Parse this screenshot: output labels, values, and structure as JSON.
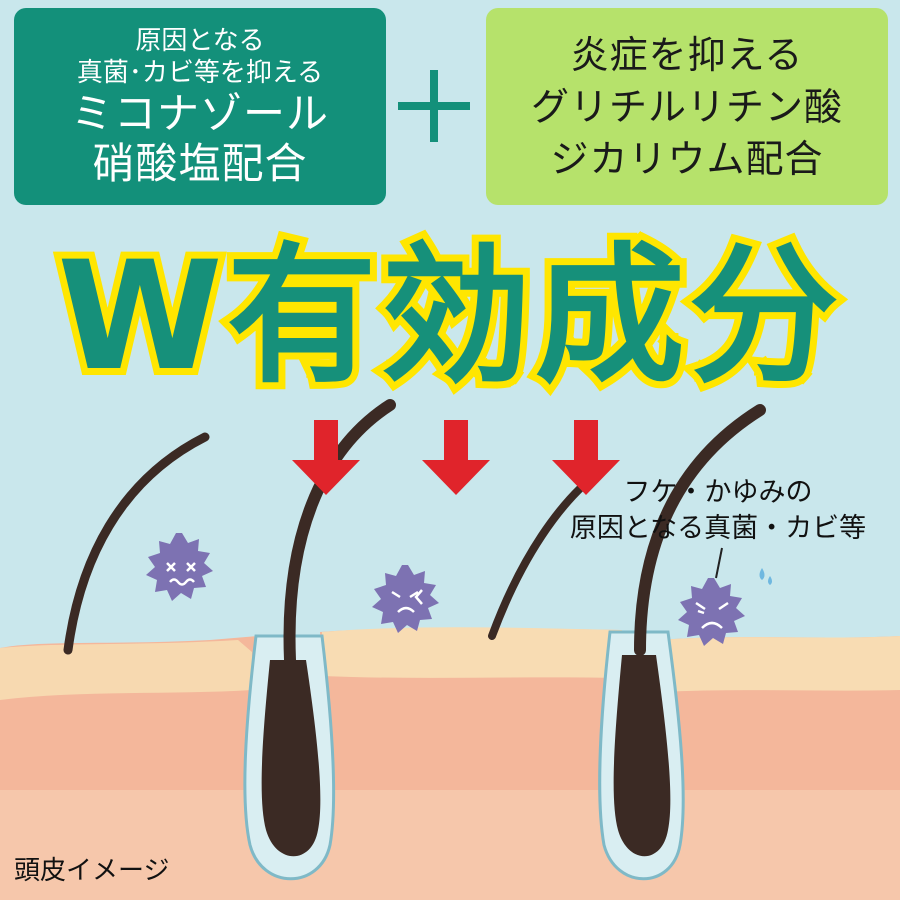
{
  "left_box": {
    "line1": "原因となる",
    "line2": "真菌･カビ等を抑える",
    "line3": "ミコナゾール",
    "line4": "硝酸塩配合"
  },
  "right_box": {
    "line1": "炎症を抑える",
    "line2": "グリチルリチン酸",
    "line3": "ジカリウム配合"
  },
  "headline": "W有効成分",
  "callout": {
    "line1": "フケ・かゆみの",
    "line2": "原因となる真菌・カビ等"
  },
  "caption": "頭皮イメージ",
  "colors": {
    "teal": "#13907a",
    "lime": "#b6e26b",
    "yellow_outline": "#ffe600",
    "arrow_red": "#e0242b",
    "sky": "#c9e7ec",
    "skin": "#f6c3a4",
    "fungus_purple": "#7d72b2"
  },
  "icons": [
    "plus-icon",
    "down-arrow-icon",
    "fungus-icon",
    "hair-follicle-icon"
  ]
}
